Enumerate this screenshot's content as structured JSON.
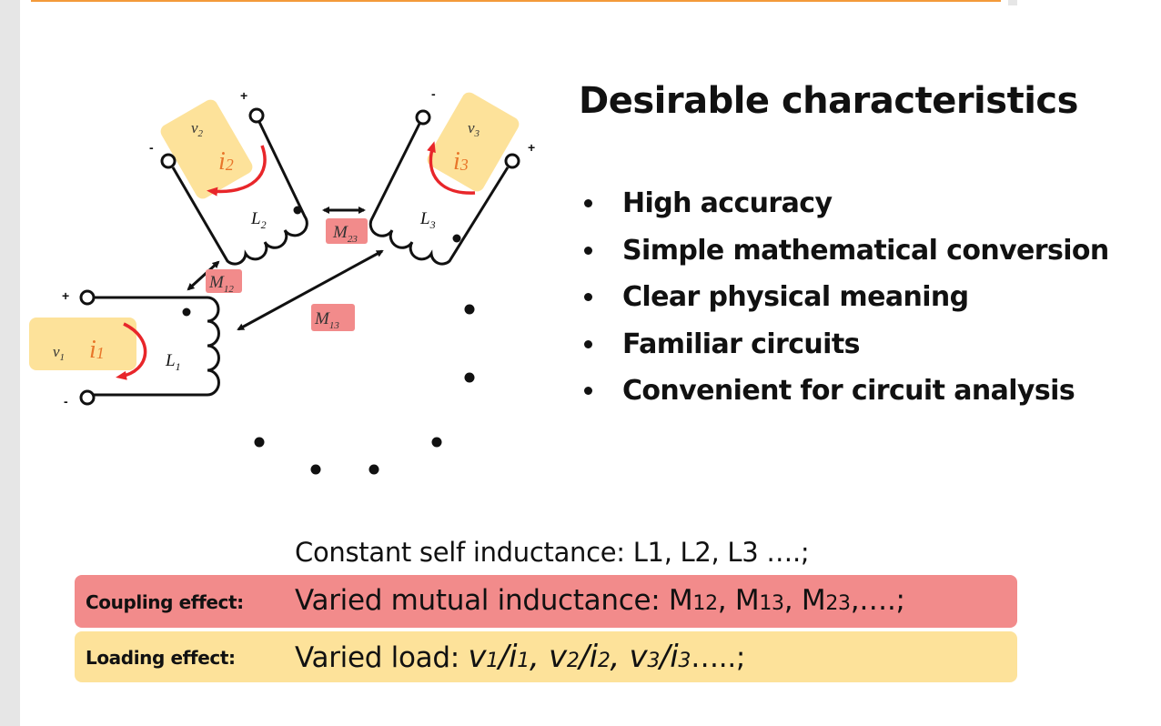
{
  "heading": "Desirable characteristics",
  "bullets": [
    "High accuracy",
    "Simple mathematical conversion",
    "Clear physical meaning",
    "Familiar circuits",
    "Convenient for circuit analysis"
  ],
  "constant_line": "Constant self inductance: L1, L2, L3 ….;",
  "coupling": {
    "tag": "Coupling effect:",
    "prefix": "Varied mutual inductance: ",
    "m1": "M",
    "s1": "12",
    "sep1": ", ",
    "m2": "M",
    "s2": "13",
    "sep2": ", ",
    "m3": "M",
    "s3": "23",
    "suffix": ",….;"
  },
  "loading": {
    "tag": "Loading effect:",
    "prefix": "Varied load: ",
    "v1": "v",
    "v1s": "1",
    "slash1": "/",
    "i1": "i",
    "i1s": "1",
    "sep1": ", ",
    "v2": "v",
    "v2s": "2",
    "slash2": "/",
    "i2": "i",
    "i2s": "2",
    "sep2": ", ",
    "v3": "v",
    "v3s": "3",
    "slash3": "/",
    "i3": "i",
    "i3s": "3",
    "suffix": "…..;"
  },
  "diagram": {
    "plus": "+",
    "minus": "-",
    "coil1": {
      "v": "v",
      "vs": "1",
      "i": "i",
      "is": "1",
      "L": "L",
      "Ls": "1"
    },
    "coil2": {
      "v": "v",
      "vs": "2",
      "i": "i",
      "is": "2",
      "L": "L",
      "Ls": "2"
    },
    "coil3": {
      "v": "v",
      "vs": "3",
      "i": "i",
      "is": "3",
      "L": "L",
      "Ls": "3"
    },
    "m12": {
      "M": "M",
      "s": "12"
    },
    "m13": {
      "M": "M",
      "s": "13"
    },
    "m23": {
      "M": "M",
      "s": "23"
    }
  },
  "colors": {
    "accent_line": "#f39a3a",
    "coupling_fill": "#f28b8b",
    "loading_fill": "#fde29a",
    "current_arrow": "#e8262a",
    "current_text": "#e8762a"
  }
}
